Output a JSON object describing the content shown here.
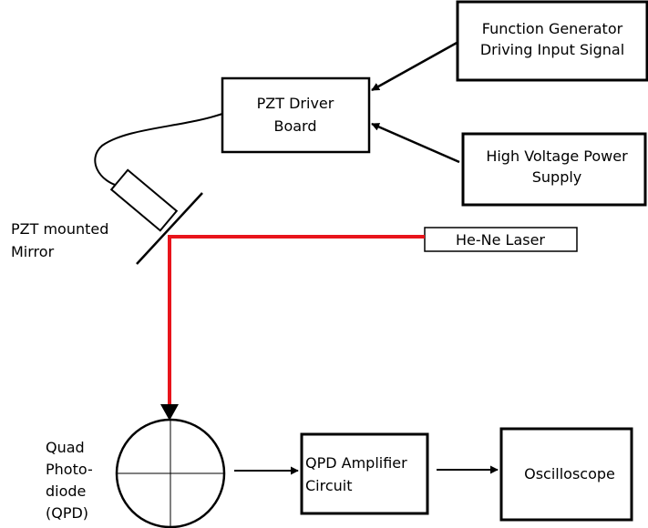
{
  "boxes": {
    "function_generator": [
      "Function Generator",
      "Driving Input Signal"
    ],
    "pzt_driver": [
      "PZT Driver",
      "Board"
    ],
    "hv_supply": [
      "High Voltage Power",
      "Supply"
    ],
    "laser": "He-Ne Laser",
    "qpd_amplifier": [
      "QPD Amplifier",
      "Circuit"
    ],
    "oscilloscope": "Oscilloscope"
  },
  "labels": {
    "pzt_mirror": [
      "PZT mounted",
      "Mirror"
    ],
    "qpd": [
      "Quad",
      "Photo-",
      "diode",
      "(QPD)"
    ]
  },
  "colors": {
    "laser_beam": "#e8141b",
    "line": "#000000"
  }
}
